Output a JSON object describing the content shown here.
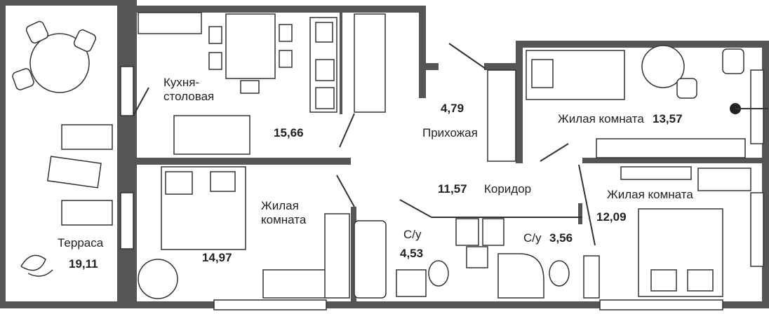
{
  "rooms": [
    {
      "id": "kitchen",
      "name_line1": "Кухня-",
      "name_line2": "столовая",
      "area": "15,66"
    },
    {
      "id": "hall",
      "name": "Прихожая",
      "area": "4,79"
    },
    {
      "id": "living1",
      "name": "Жилая комната",
      "area": "13,57"
    },
    {
      "id": "corridor",
      "name": "Коридор",
      "area": "11,57"
    },
    {
      "id": "living2",
      "name_line1": "Жилая",
      "name_line2": "комната",
      "area": "14,97"
    },
    {
      "id": "living3",
      "name": "Жилая комната",
      "area": "12,09"
    },
    {
      "id": "bath1",
      "name": "С/у",
      "area": "4,53"
    },
    {
      "id": "bath2",
      "name": "С/у",
      "area": "3,56"
    },
    {
      "id": "terrace",
      "name": "Терраса",
      "area": "19,11"
    }
  ],
  "colors": {
    "wall": "#555555",
    "line": "#333333",
    "background": "#ffffff"
  }
}
